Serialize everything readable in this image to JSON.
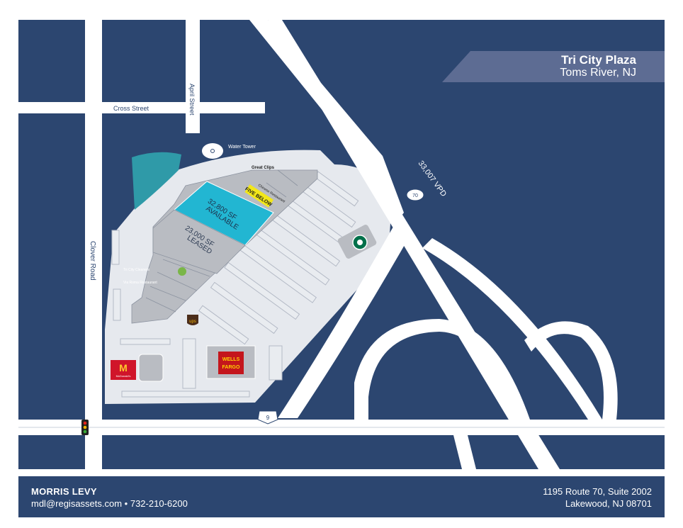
{
  "banner": {
    "title": "Tri City Plaza",
    "subtitle": "Toms River, NJ"
  },
  "streets": {
    "cross_street": "Cross Street",
    "april_street": "April Street",
    "clover_road": "Clover Road",
    "vpd": "33,007 VPD",
    "route_70": "70",
    "route_9": "9"
  },
  "landmarks": {
    "water_tower": "Water Tower"
  },
  "units": {
    "available": {
      "area": "32,800 SF",
      "status": "AVAILABLE"
    },
    "leased": {
      "area": "23,000 SF",
      "status": "LEASED"
    },
    "great_clips": "Great Clips",
    "chinese_restaurant": "Chinese Restaurant",
    "tri_city_cleaners": "Tri City Cleaners",
    "via_roma": "Via Roma Restaurant"
  },
  "tenants": {
    "five_below": "FIVE BELOW",
    "wells_fargo": [
      "WELLS",
      "FARGO"
    ],
    "mcdonalds": "McDonald's",
    "ups": "ups"
  },
  "footer": {
    "name": "MORRIS LEVY",
    "contact": "mdl@regisassets.com  •  732-210-6200",
    "address1": "1195 Route 70, Suite 2002",
    "address2": "Lakewood, NJ 08701"
  },
  "colors": {
    "background": "#2c4670",
    "road": "#ffffff",
    "parking": "#e6e9ee",
    "building": "#b9bcc2",
    "available": "#22b6d2",
    "pond": "#2f9aa8",
    "banner": "#5d6c93"
  }
}
